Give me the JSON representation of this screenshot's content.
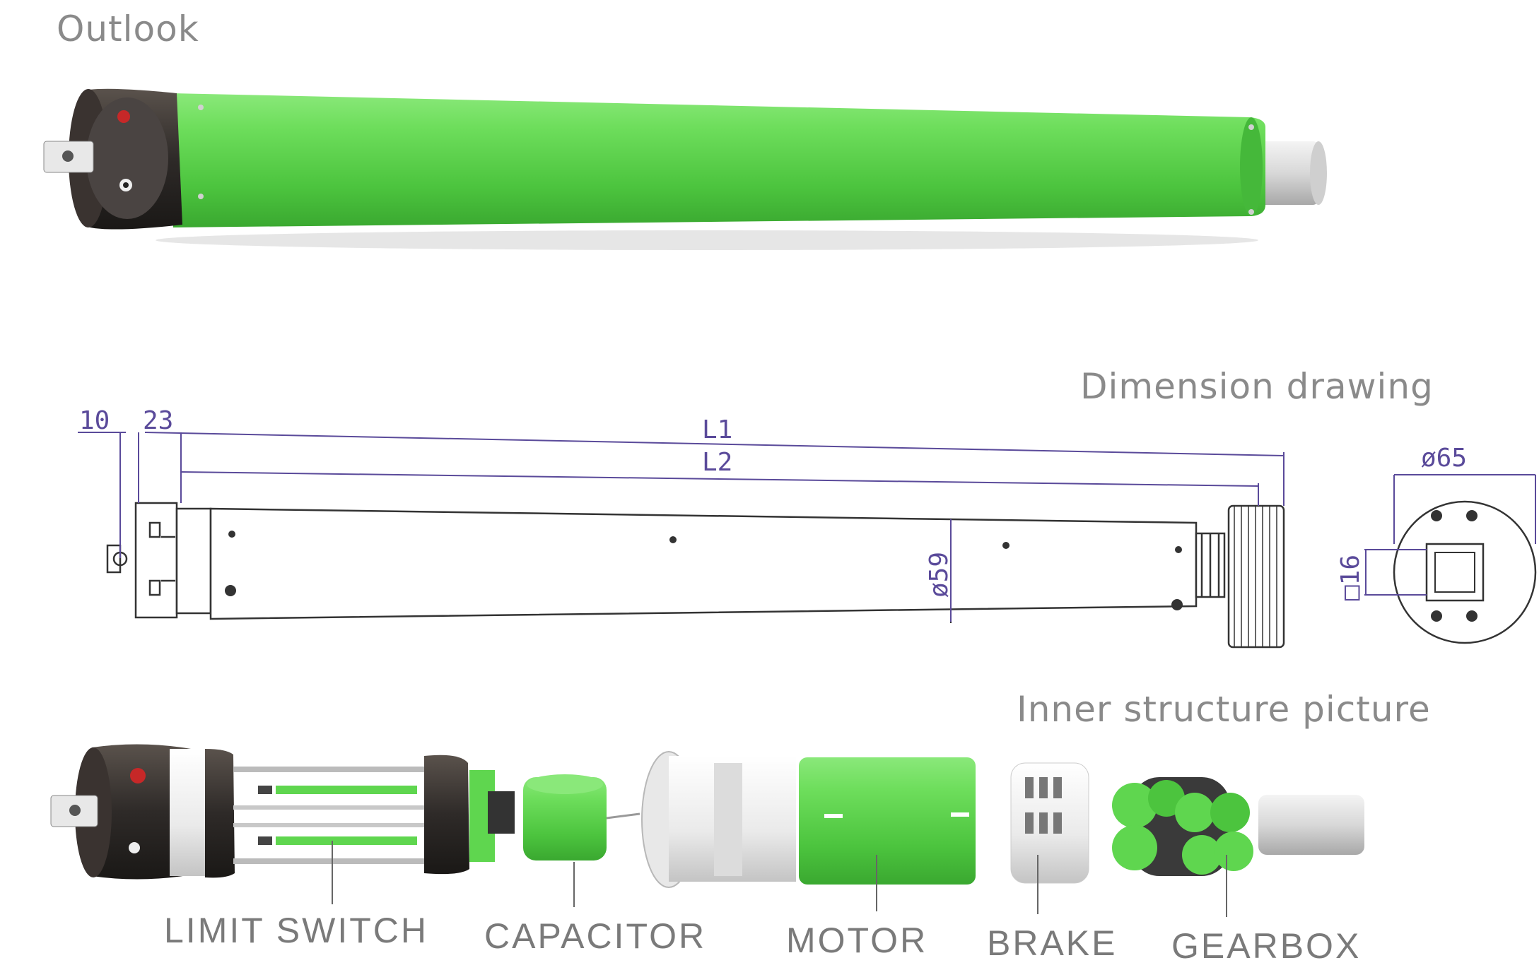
{
  "headings": {
    "outlook": "Outlook",
    "dimension": "Dimension drawing",
    "inner": "Inner structure picture"
  },
  "dimensions": {
    "d10": "10",
    "d23": "23",
    "l1": "L1",
    "l2": "L2",
    "d59": "ø59",
    "d65": "ø65",
    "d16": "□16"
  },
  "components": {
    "limit_switch": "LIMIT SWITCH",
    "capacitor": "CAPACITOR",
    "motor": "MOTOR",
    "brake": "BRAKE",
    "gearbox": "GEARBOX"
  },
  "colors": {
    "tube_green": "#5fd64f",
    "dim_line": "#5a4a9a",
    "drawing_line": "#333333",
    "head_dark": "#2e2a28"
  }
}
